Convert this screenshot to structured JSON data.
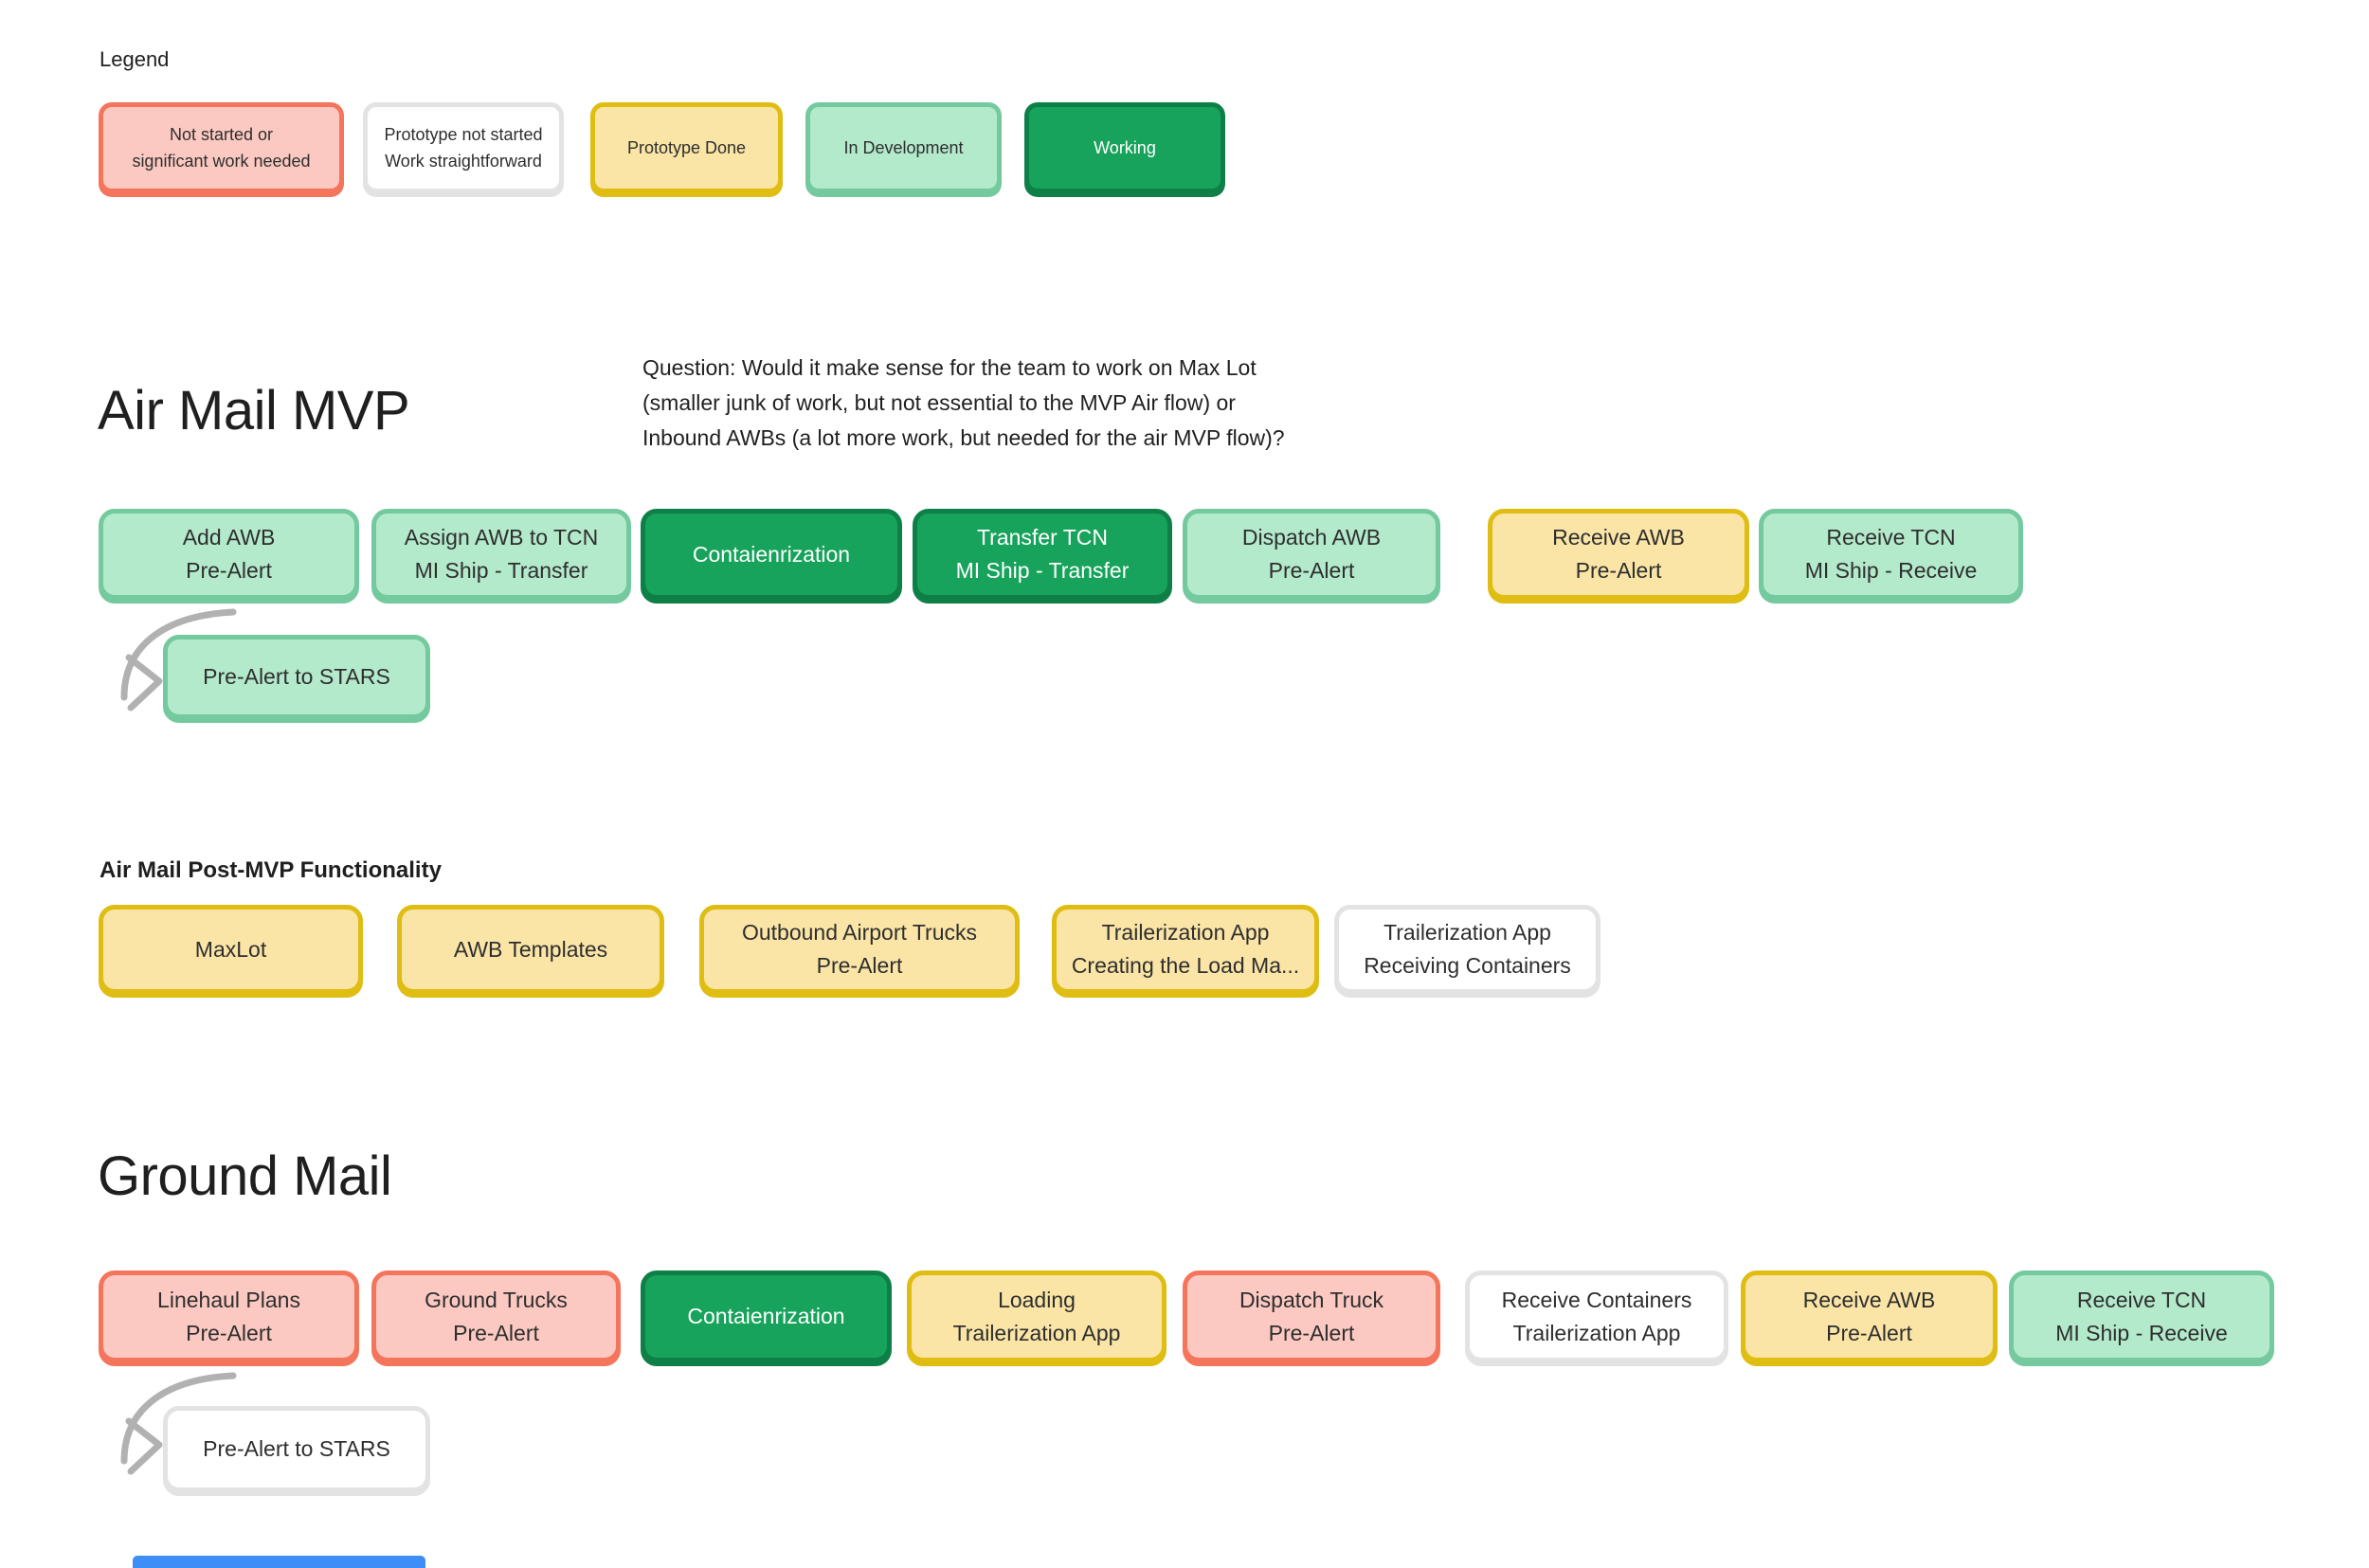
{
  "colors": {
    "not_started_fill": "#FBC9C1",
    "not_started_border": "#F4745C",
    "straightforward_fill": "#FFFFFF",
    "straightforward_border": "#E3E3E3",
    "prototype_done_fill": "#FAE5A6",
    "prototype_done_border": "#DFBD12",
    "in_development_fill": "#B3EACB",
    "in_development_border": "#74C99E",
    "working_fill": "#17A35B",
    "working_border": "#0E8047",
    "arrow_gray": "#B1B1B1",
    "bottom_blue_shape": "#3E8EF7"
  },
  "legend": {
    "title": "Legend",
    "items": [
      {
        "lines": [
          "Not started or",
          "significant work needed"
        ],
        "status": "not-started"
      },
      {
        "lines": [
          "Prototype not started",
          "Work straightforward"
        ],
        "status": "straightforward"
      },
      {
        "lines": [
          "Prototype Done"
        ],
        "status": "prototype-done"
      },
      {
        "lines": [
          "In Development"
        ],
        "status": "in-development"
      },
      {
        "lines": [
          "Working"
        ],
        "status": "working"
      }
    ]
  },
  "air_mvp": {
    "title": "Air Mail MVP",
    "question_lines": [
      "Question: Would it make sense for the team to work on Max Lot",
      "(smaller junk of work, but not essential to the MVP Air flow) or",
      "Inbound AWBs (a lot more work, but needed for the air MVP flow)?"
    ],
    "steps": [
      {
        "lines": [
          "Add AWB",
          "Pre-Alert"
        ],
        "status": "in-development"
      },
      {
        "lines": [
          "Assign AWB to TCN",
          "MI Ship - Transfer"
        ],
        "status": "in-development"
      },
      {
        "lines": [
          "Contaienrization"
        ],
        "status": "working"
      },
      {
        "lines": [
          "Transfer TCN",
          "MI Ship - Transfer"
        ],
        "status": "working"
      },
      {
        "lines": [
          "Dispatch AWB",
          "Pre-Alert"
        ],
        "status": "in-development"
      },
      {
        "lines": [
          "Receive AWB",
          "Pre-Alert"
        ],
        "status": "prototype-done"
      },
      {
        "lines": [
          "Receive TCN",
          "MI Ship - Receive"
        ],
        "status": "in-development"
      }
    ],
    "pre_alert_note": {
      "lines": [
        "Pre-Alert to STARS"
      ],
      "status": "in-development"
    }
  },
  "air_post_mvp": {
    "title": "Air Mail Post-MVP Functionality",
    "steps": [
      {
        "lines": [
          "MaxLot"
        ],
        "status": "prototype-done"
      },
      {
        "lines": [
          "AWB Templates"
        ],
        "status": "prototype-done"
      },
      {
        "lines": [
          "Outbound Airport Trucks",
          "Pre-Alert"
        ],
        "status": "prototype-done"
      },
      {
        "lines": [
          "Trailerization App",
          "Creating the Load Ma..."
        ],
        "status": "prototype-done"
      },
      {
        "lines": [
          "Trailerization App",
          "Receiving Containers"
        ],
        "status": "straightforward"
      }
    ]
  },
  "ground": {
    "title": "Ground Mail",
    "steps": [
      {
        "lines": [
          "Linehaul Plans",
          "Pre-Alert"
        ],
        "status": "not-started"
      },
      {
        "lines": [
          "Ground Trucks",
          "Pre-Alert"
        ],
        "status": "not-started"
      },
      {
        "lines": [
          "Contaienrization"
        ],
        "status": "working"
      },
      {
        "lines": [
          "Loading",
          "Trailerization App"
        ],
        "status": "prototype-done"
      },
      {
        "lines": [
          "Dispatch Truck",
          "Pre-Alert"
        ],
        "status": "not-started"
      },
      {
        "lines": [
          "Receive Containers",
          "Trailerization App"
        ],
        "status": "straightforward"
      },
      {
        "lines": [
          "Receive AWB",
          "Pre-Alert"
        ],
        "status": "prototype-done"
      },
      {
        "lines": [
          "Receive TCN",
          "MI Ship - Receive"
        ],
        "status": "in-development"
      }
    ],
    "pre_alert_note": {
      "lines": [
        "Pre-Alert to STARS"
      ],
      "status": "straightforward"
    }
  }
}
